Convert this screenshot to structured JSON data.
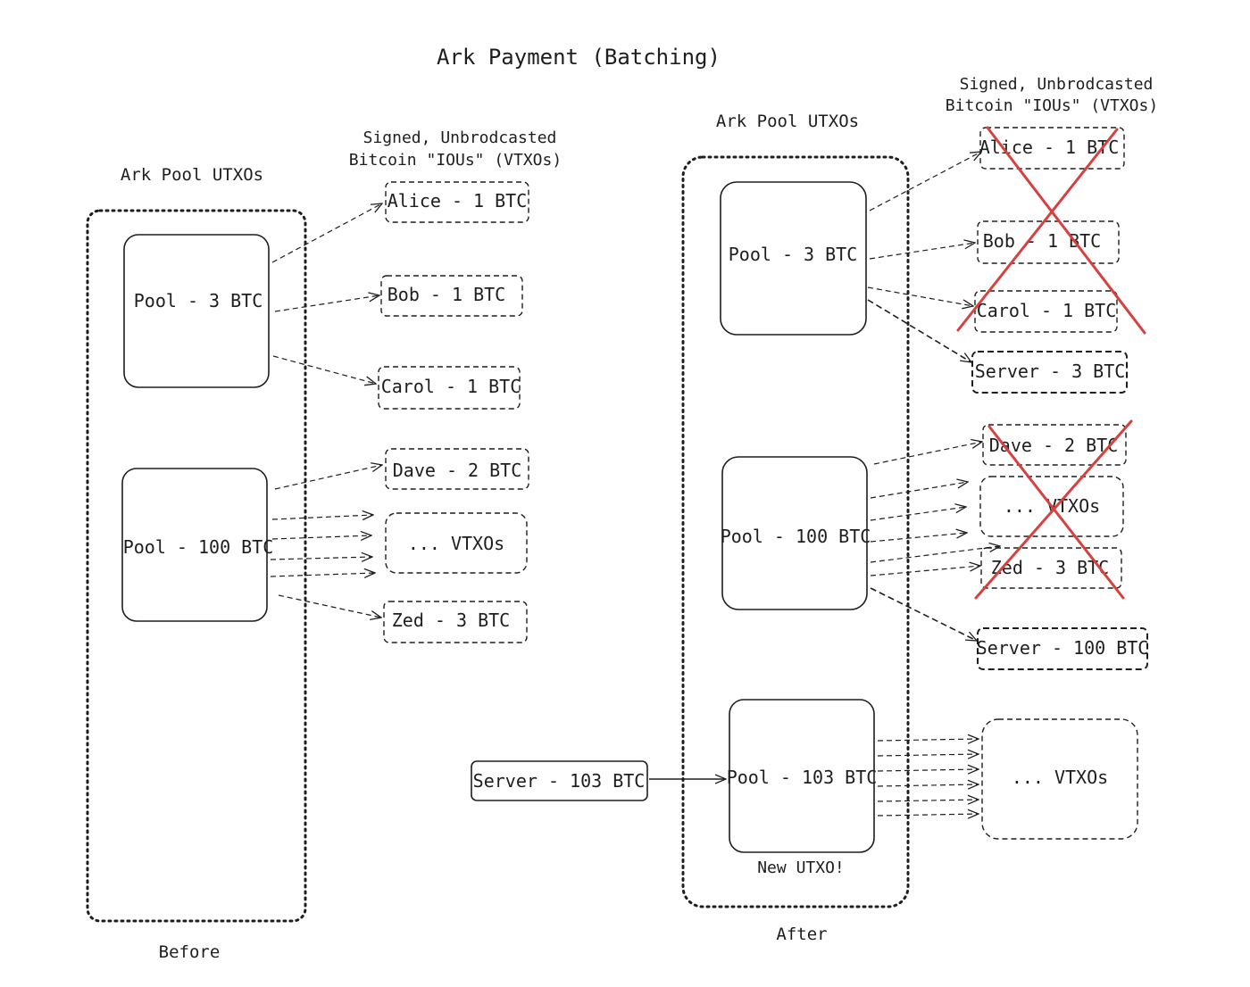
{
  "diagram": {
    "title": "Ark Payment (Batching)",
    "before": {
      "caption": "Before",
      "pool_header": "Ark Pool UTXOs",
      "vtxo_header_line1": "Signed, Unbrodcasted",
      "vtxo_header_line2": "Bitcoin \"IOUs\" (VTXOs)",
      "pools": [
        "Pool - 3 BTC",
        "Pool - 100 BTC"
      ],
      "vtxos": [
        "Alice - 1 BTC",
        "Bob - 1 BTC",
        "Carol - 1 BTC",
        "Dave - 2 BTC",
        "... VTXOs",
        "Zed - 3 BTC"
      ]
    },
    "after": {
      "caption": "After",
      "pool_header": "Ark Pool UTXOs",
      "vtxo_header_line1": "Signed, Unbrodcasted",
      "vtxo_header_line2": "Bitcoin \"IOUs\" (VTXOs)",
      "pools": [
        "Pool - 3 BTC",
        "Pool - 100 BTC",
        "Pool - 103 BTC"
      ],
      "new_utxo_note": "New UTXO!",
      "vtxos": [
        "Alice - 1 BTC",
        "Bob - 1 BTC",
        "Carol - 1 BTC",
        "Server - 3 BTC",
        "Dave - 2 BTC",
        "... VTXOs",
        "Zed - 3 BTC",
        "Server - 100 BTC",
        "... VTXOs"
      ],
      "server_input": "Server - 103 BTC"
    },
    "colors": {
      "ink": "#1e1e1e",
      "cross": "#d8403f"
    }
  }
}
